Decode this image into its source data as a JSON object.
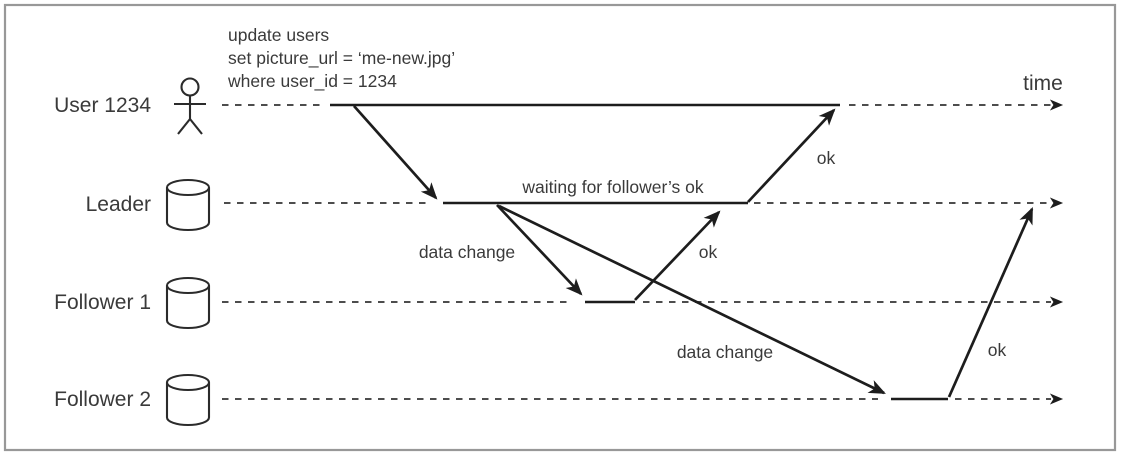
{
  "diagram": {
    "description": "leader-based replication sequence diagram",
    "time_label": "time",
    "query": {
      "line1": "update users",
      "line2": "set picture_url = ‘me-new.jpg’",
      "line3": "where user_id = 1234"
    },
    "actors": [
      {
        "label": "User 1234",
        "icon": "person-icon"
      },
      {
        "label": "Leader",
        "icon": "database-cylinder-icon"
      },
      {
        "label": "Follower 1",
        "icon": "database-cylinder-icon"
      },
      {
        "label": "Follower 2",
        "icon": "database-cylinder-icon"
      }
    ],
    "annotations": {
      "waiting_note": "waiting for follower’s ok",
      "data_change_to_follower1": "data change",
      "data_change_to_follower2": "data change",
      "ok_from_follower1": "ok",
      "ok_leader_to_user": "ok",
      "ok_from_follower2": "ok"
    },
    "colors": {
      "frame_border": "#989898",
      "solid_line": "#1d1d1d",
      "dashed_line": "#4d4d4d",
      "text": "#3a3a3a",
      "background": "#ffffff"
    }
  }
}
